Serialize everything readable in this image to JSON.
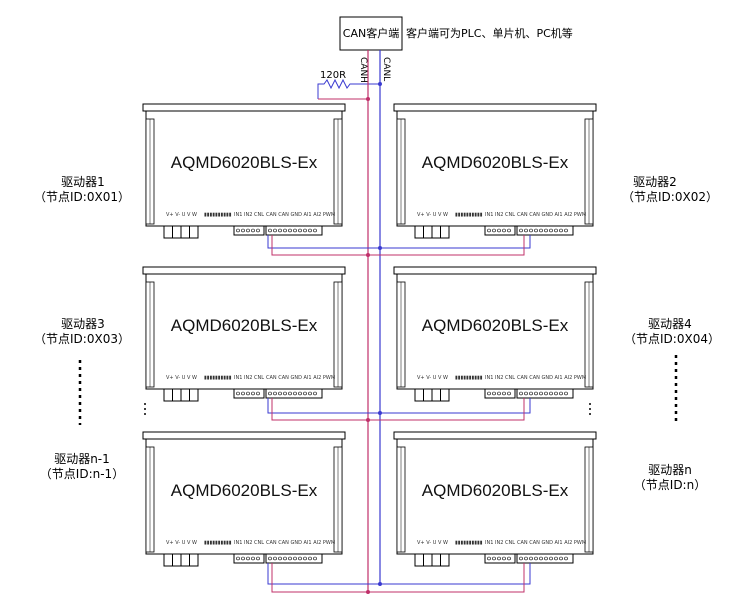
{
  "client": {
    "box_label": "CAN客户端",
    "note": "客户端可为PLC、单片机、PC机等"
  },
  "bus": {
    "canh": "CANH",
    "canl": "CANL",
    "resistor": "120R"
  },
  "drivers": [
    {
      "model": "AQMD6020BLS-Ex",
      "name": "驱动器1",
      "node": "（节点ID:0X01）"
    },
    {
      "model": "AQMD6020BLS-Ex",
      "name": "驱动器2",
      "node": "（节点ID:0X02）"
    },
    {
      "model": "AQMD6020BLS-Ex",
      "name": "驱动器3",
      "node": "（节点ID:0X03）"
    },
    {
      "model": "AQMD6020BLS-Ex",
      "name": "驱动器4",
      "node": "（节点ID:0X04）"
    },
    {
      "model": "AQMD6020BLS-Ex",
      "name": "驱动器n-1",
      "node": "（节点ID:n-1）"
    },
    {
      "model": "AQMD6020BLS-Ex",
      "name": "驱动器n",
      "node": "（节点ID:n）"
    }
  ],
  "colors": {
    "canh": "#c0306a",
    "canl": "#3a3ad0",
    "outline": "#000000"
  }
}
